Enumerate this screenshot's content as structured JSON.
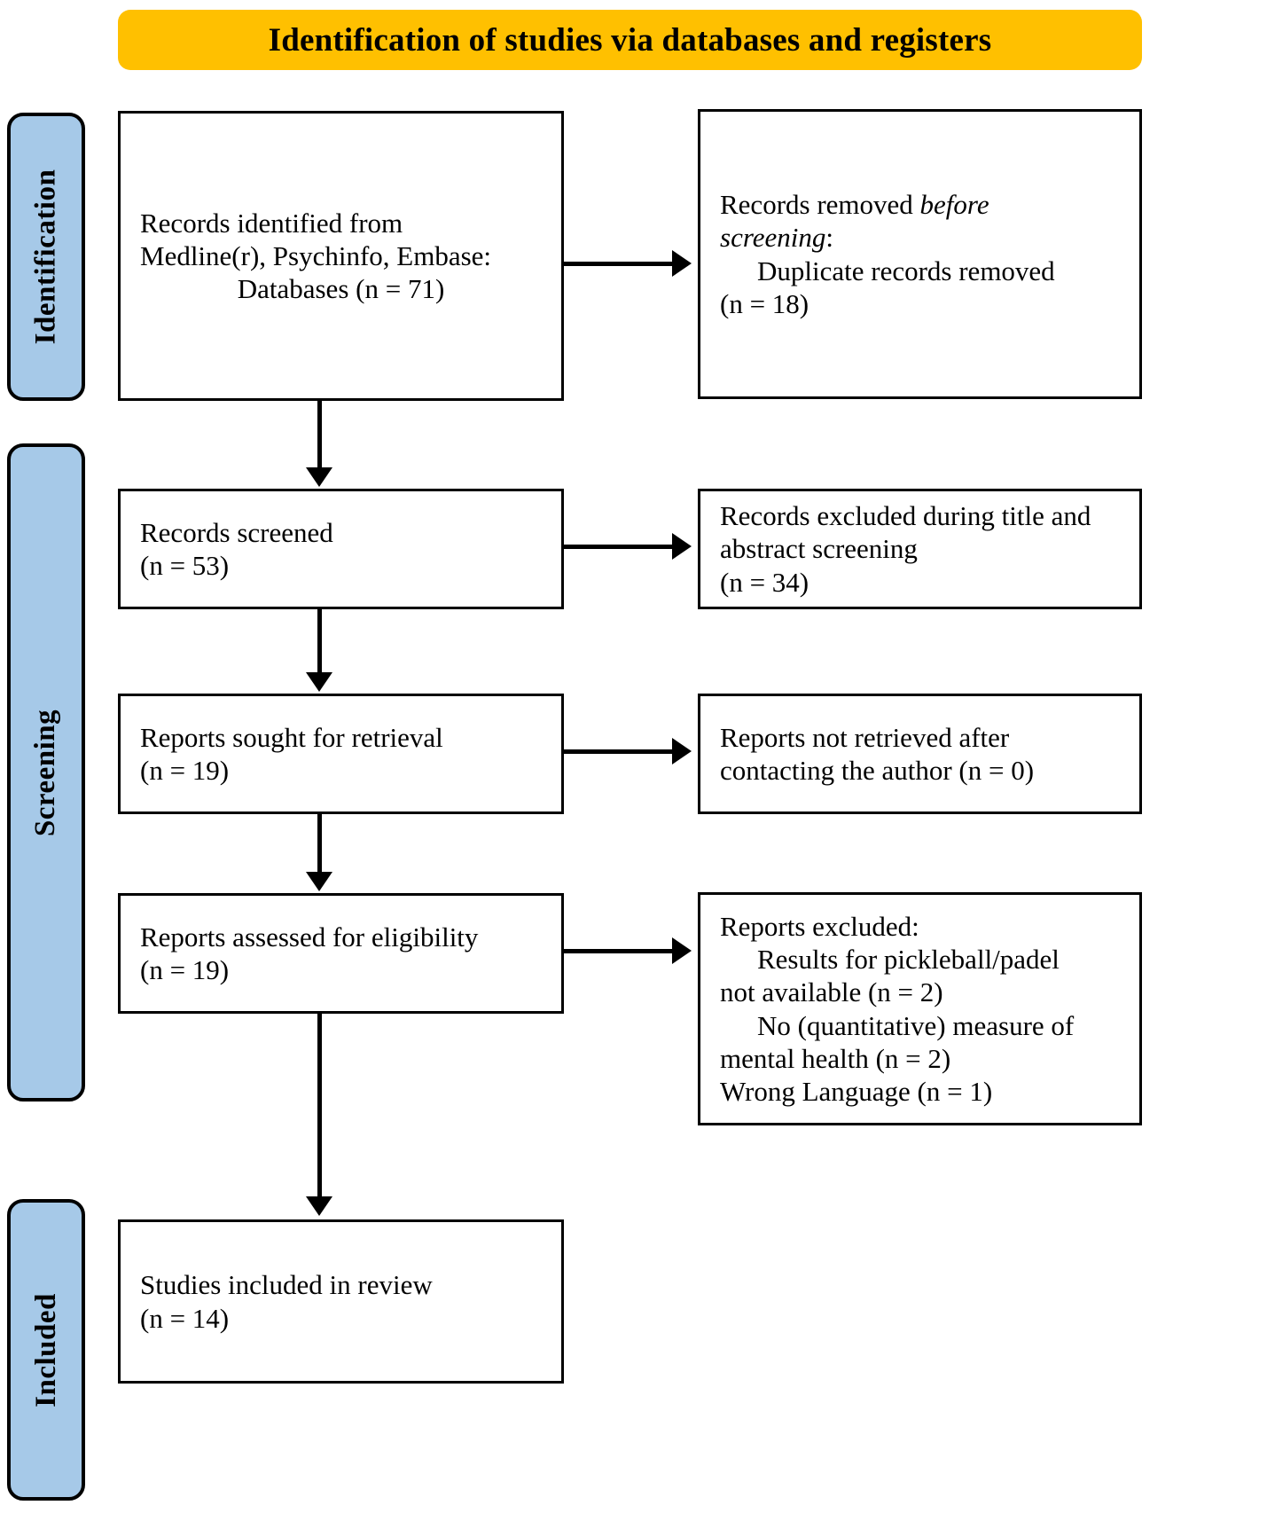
{
  "header": {
    "title": "Identification of studies via databases and registers",
    "background_color": "#FFC000"
  },
  "stages": {
    "accent_color": "#A6C9E8",
    "identification": "Identification",
    "screening": "Screening",
    "included": "Included"
  },
  "boxes": {
    "identified": {
      "line1": "Records identified from",
      "line2": "Medline(r), Psychinfo, Embase:",
      "line3": "Databases (n = 71)"
    },
    "removed": {
      "line1_a": "Records removed ",
      "line1_italic": "before",
      "line2_italic": "screening",
      "line2_colon": ":",
      "line3": "Duplicate records removed",
      "line4": "(n = 18)"
    },
    "screened": {
      "line1": "Records screened",
      "line2": "(n = 53)"
    },
    "excluded_title_abstract": {
      "line1": "Records excluded during title and",
      "line2": "abstract screening",
      "line3": "(n = 34)"
    },
    "sought": {
      "line1": "Reports sought for retrieval",
      "line2": "(n = 19)"
    },
    "not_retrieved": {
      "line1": "Reports not retrieved after",
      "line2": "contacting the author (n = 0)"
    },
    "assessed": {
      "line1": "Reports assessed for eligibility",
      "line2": "(n = 19)"
    },
    "excluded_reports": {
      "heading": "Reports excluded:",
      "reason1_line1": "Results for pickleball/padel",
      "reason1_line2": "not available (n = 2)",
      "reason2_line1": "No (quantitative) measure of",
      "reason2_line2": "mental health (n = 2)",
      "reason3": "Wrong Language (n = 1)"
    },
    "included_studies": {
      "line1": "Studies included in review",
      "line2": "(n = 14)"
    }
  }
}
